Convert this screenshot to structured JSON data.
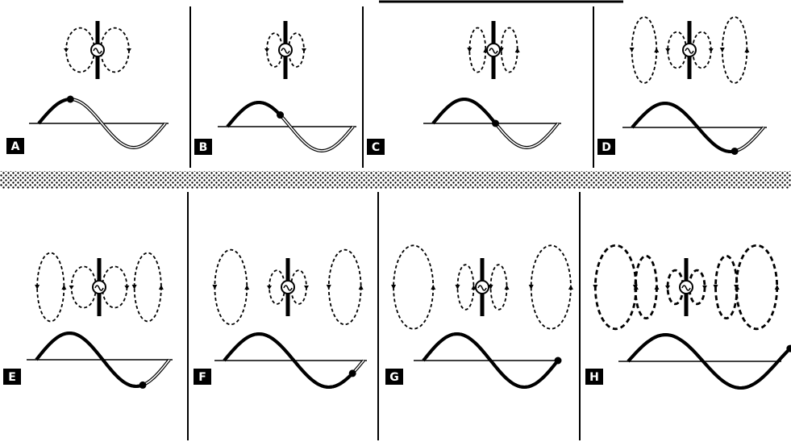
{
  "figure": {
    "colors": {
      "ink": "#000000",
      "paper": "#ffffff"
    },
    "separator": {
      "pattern": "halftone-dots"
    },
    "panels": [
      {
        "id": "A",
        "label": "A",
        "phase": 0.25,
        "loops": [
          {
            "scale": 0.92,
            "style": "light"
          }
        ]
      },
      {
        "id": "B",
        "label": "B",
        "phase": 0.42,
        "loops": [
          {
            "scale": 0.5,
            "style": "light"
          }
        ]
      },
      {
        "id": "C",
        "label": "C",
        "phase": 0.5,
        "loops": [
          {
            "scale": 0.28,
            "style": "light",
            "detached": true
          }
        ]
      },
      {
        "id": "D",
        "label": "D",
        "phase": 0.78,
        "loops": [
          {
            "scale": 0.6,
            "style": "light"
          },
          {
            "scale": 1.15,
            "style": "light",
            "detached": true
          }
        ]
      },
      {
        "id": "E",
        "label": "E",
        "phase": 0.8,
        "loops": [
          {
            "scale": 0.8,
            "style": "light"
          },
          {
            "scale": 1.25,
            "style": "light",
            "detached": true
          }
        ]
      },
      {
        "id": "F",
        "label": "F",
        "phase": 0.92,
        "loops": [
          {
            "scale": 0.5,
            "style": "light"
          },
          {
            "scale": 1.5,
            "style": "light",
            "detached": true
          }
        ]
      },
      {
        "id": "G",
        "label": "G",
        "phase": 1.0,
        "loops": [
          {
            "scale": 0.3,
            "style": "light",
            "detached": true
          },
          {
            "scale": 1.85,
            "style": "light",
            "detached": true
          }
        ]
      },
      {
        "id": "H",
        "label": "H",
        "phase": 1.08,
        "loops": [
          {
            "scale": 0.5,
            "style": "heavy"
          },
          {
            "scale": 1.0,
            "style": "heavy",
            "detached": true
          },
          {
            "scale": 1.9,
            "style": "heavy",
            "detached": true
          }
        ]
      }
    ]
  }
}
